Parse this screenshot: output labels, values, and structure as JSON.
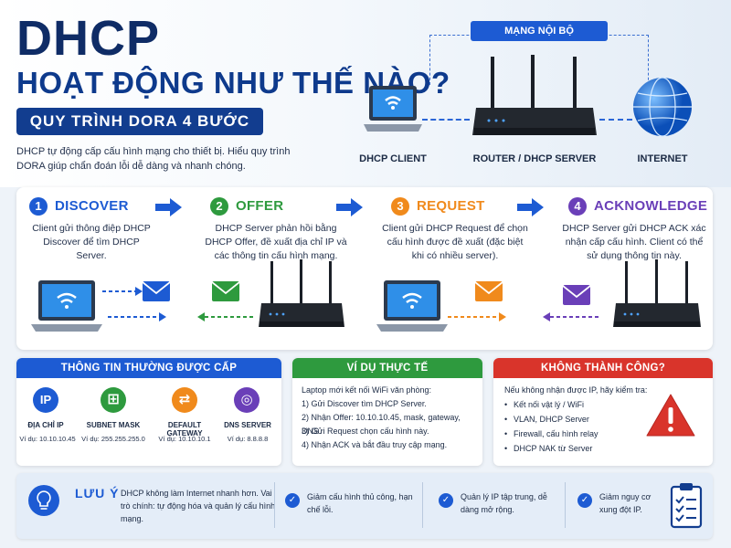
{
  "header": {
    "title": "DHCP",
    "subtitle": "HOẠT ĐỘNG NHƯ THẾ NÀO?",
    "badge": "QUY TRÌNH DORA 4 BƯỚC",
    "description": "DHCP tự động cấp cấu hình mạng cho thiết bị. Hiểu quy trình DORA giúp chẩn đoán lỗi dễ dàng và nhanh chóng."
  },
  "network": {
    "label": "MẠNG NỘI BỘ",
    "client": "DHCP CLIENT",
    "router": "ROUTER / DHCP SERVER",
    "internet": "INTERNET"
  },
  "steps": [
    {
      "num": "1",
      "title": "DISCOVER",
      "color": "#1d5bd3",
      "desc": "Client gửi thông điệp DHCP Discover để tìm DHCP Server."
    },
    {
      "num": "2",
      "title": "OFFER",
      "color": "#2e9a3e",
      "desc": "DHCP Server phản hồi bằng DHCP Offer, đề xuất địa chỉ IP và các thông tin cấu hình mạng."
    },
    {
      "num": "3",
      "title": "REQUEST",
      "color": "#f08a1c",
      "desc": "Client gửi DHCP Request để chọn cấu hình được đề xuất (đặc biệt khi có nhiều server)."
    },
    {
      "num": "4",
      "title": "ACKNOWLEDGE",
      "color": "#6a3fb8",
      "desc": "DHCP Server gửi DHCP ACK xác nhận cấp cấu hình. Client có thể sử dụng thông tin này."
    }
  ],
  "info_card": {
    "title": "THÔNG TIN THƯỜNG ĐƯỢC CẤP",
    "items": [
      {
        "icon": "IP",
        "name": "ĐỊA CHỈ IP",
        "value": "Ví dụ: 10.10.10.45",
        "color": "#1d5bd3"
      },
      {
        "icon": "⊞",
        "name": "SUBNET MASK",
        "value": "Ví dụ: 255.255.255.0",
        "color": "#2e9a3e"
      },
      {
        "icon": "⇄",
        "name": "DEFAULT GATEWAY",
        "value": "Ví dụ: 10.10.10.1",
        "color": "#f08a1c"
      },
      {
        "icon": "◎",
        "name": "DNS SERVER",
        "value": "Ví dụ: 8.8.8.8",
        "color": "#6a3fb8"
      }
    ]
  },
  "example_card": {
    "title": "VÍ DỤ THỰC TẾ",
    "intro": "Laptop mới kết nối WiFi văn phòng:",
    "lines": [
      "1) Gửi Discover tìm DHCP Server.",
      "2) Nhận Offer: 10.10.10.45, mask, gateway, DNS.",
      "3) Gửi Request chọn cấu hình này.",
      "4) Nhận ACK và bắt đầu truy cập mạng."
    ]
  },
  "fail_card": {
    "title": "KHÔNG THÀNH CÔNG?",
    "intro": "Nếu không nhận được IP, hãy kiểm tra:",
    "lines": [
      "Kết nối vật lý / WiFi",
      "VLAN, DHCP Server",
      "Firewall, cấu hình relay",
      "DHCP NAK từ Server"
    ]
  },
  "footer": {
    "label": "LƯU Ý",
    "note": "DHCP không làm Internet nhanh hơn. Vai trò chính: tự động hóa và quản lý cấu hình mạng.",
    "benefits": [
      "Giảm cấu hình thủ công, hạn chế lỗi.",
      "Quản lý IP tập trung, dễ dàng mở rộng.",
      "Giảm nguy cơ xung đột IP."
    ]
  },
  "colors": {
    "blue": "#1d5bd3",
    "green": "#2e9a3e",
    "orange": "#f08a1c",
    "purple": "#6a3fb8",
    "red": "#d9342b",
    "navy": "#0f2c66"
  }
}
